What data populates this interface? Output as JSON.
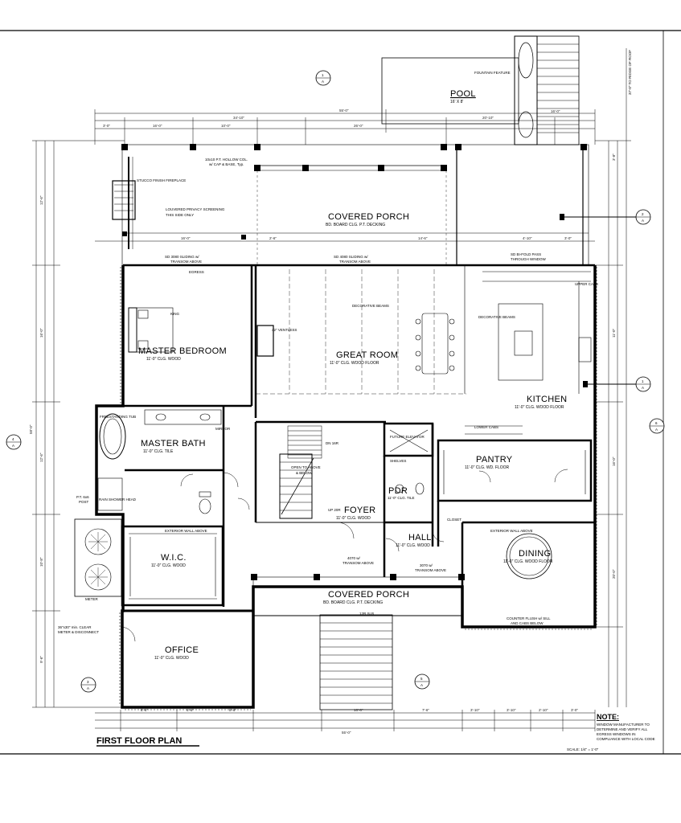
{
  "sheet": {
    "title": "FIRST FLOOR PLAN",
    "scale": "SCALE: 1/4\" = 1'-0\"",
    "note_heading": "NOTE:",
    "note_lines": [
      "WINDOW MANUFACTURER TO",
      "DETERMINE AND VERIFY ALL",
      "EGRESS WINDOWS IN",
      "COMPLIANCE WITH LOCAL CODE"
    ]
  },
  "rooms": {
    "pool": {
      "name": "POOL",
      "sub": "16' X 8'"
    },
    "covered_porch_top": {
      "name": "COVERED PORCH",
      "sub": "BD. BOARD CLG.   P.T. DECKING"
    },
    "master_bedroom": {
      "name": "MASTER BEDROOM",
      "sub": "11'-0\" CLG.   WOOD"
    },
    "great_room": {
      "name": "GREAT ROOM",
      "sub": "11'-0\" CLG.   WOOD FLOOR"
    },
    "kitchen": {
      "name": "KITCHEN",
      "sub": "11'-0\" CLG.   WOOD FLOOR"
    },
    "master_bath": {
      "name": "MASTER BATH",
      "sub": "11'-0\" CLG.   TILE"
    },
    "pantry": {
      "name": "PANTRY",
      "sub": "11'-0\" CLG.   WD. FLOOR"
    },
    "pwdr": {
      "name": "PDR",
      "sub": "11'-0\" CLG.   TILE"
    },
    "foyer": {
      "name": "FOYER",
      "sub": "11'-0\" CLG.   WOOD"
    },
    "hall": {
      "name": "HALL",
      "sub": "11'-0\" CLG.   WOOD"
    },
    "wic": {
      "name": "W.I.C.",
      "sub": "11'-0\" CLG.   WOOD"
    },
    "dining": {
      "name": "DINING",
      "sub": "11'-0\" CLG.   WOOD FLOOR"
    },
    "covered_porch_bottom": {
      "name": "COVERED PORCH",
      "sub": "BD. BOARD CLG.   P.T. DECKING"
    },
    "office": {
      "name": "OFFICE",
      "sub": "11'-0\" CLG.   WOOD"
    }
  },
  "notes": {
    "fountain": "FOUNTAIN FEATURE",
    "stucco_fireplace": "STUCCO FINISH FIREPLACE",
    "louvered": "LOUVERED PRIVACY SCREENING",
    "louvered2": "THIS SIDE ONLY",
    "posts_top": "10x10 P.T. HOLLOW COL.",
    "posts_top2": "w/ CAP & BASE, Typ.",
    "sliding_left": "SD 3080 SLIDING w/",
    "sliding_left2": "TRANSOM ABOVE",
    "sliding_mid": "SD 4080 SLIDING w/",
    "sliding_mid2": "TRANSOM ABOVE",
    "bifold": "SD BI-FOLD PASS",
    "bifold2": "THROUGH WINDOW",
    "egress": "EGRESS",
    "king": "KING",
    "ventless": "42\" VENTLESS",
    "decorative_beams": "DECORATIVE BEAMS",
    "decorative_beams2": "DECORATIVE BEAMS",
    "freestanding_tub": "FREESTANDING TUB",
    "rain_shower": "RAIN SHOWER HEAD",
    "elevator": "FUTURE ELEVATOR",
    "shelves": "SHELVES",
    "upper_cabs": "UPPER CABS",
    "lower_cabs": "LOWER CABS",
    "open_above": "OPEN TO ABOVE",
    "open_above2": "& BELOW",
    "up_stair": "UP 20R",
    "dn_stair": "DN 16R",
    "exterior_wall": "EXTERIOR WALL ABOVE",
    "exterior_wall2": "EXTERIOR WALL ABOVE",
    "transom": "4070 w/",
    "transom2": "TRANSOM ABOVE",
    "transom3": "3070 w/",
    "transom4": "TRANSOM ABOVE",
    "counter": "COUNTER FLUSH w/ SILL",
    "counter2": "AND CABS BELOW",
    "meter": "METER",
    "meter2": "36\"x30\" min. CLEAR",
    "meter3": "METER & DISCONNECT",
    "pt_post": "P.T. 6x6",
    "pt_post2": "POST",
    "closet": "CLOSET",
    "stairs_dn": "12R SLB",
    "mirror": "MIRROR",
    "roof_ridge": "37'-0\" TO RIDGE OF ROOF"
  },
  "dimensions": {
    "overall_top": "55'-0\"",
    "top_a": "34'-10\"",
    "top_b": "20'-10\"",
    "seg1": "3'-0\"",
    "seg2": "16'-0\"",
    "seg3": "10'-0\"",
    "seg4": "26'-0\"",
    "r1": "16'-0\"",
    "r2": "2'-6\"",
    "r3": "14'-6\"",
    "r4": "4'-10\"",
    "r5": "3'-0\"",
    "pool_dim": "16'-0\"",
    "bottom_overall": "55'-0\"",
    "bot_a": "8'-6\"",
    "bot_b": "6'-6\"",
    "bot_c": "8'-6\"",
    "bot_d": "16'-6\"",
    "bot_e": "7'-6\"",
    "bot_f": "3'-10\"",
    "bot_g": "3'-10\"",
    "bot_h": "2'-10\"",
    "bot_i": "3'-0\"",
    "left_overall": "58'-0\"",
    "left_a": "12'-6\"",
    "left_b": "16'-0\"",
    "left_c": "12'-6\"",
    "left_d": "10'-8\"",
    "left_e": "9'-6\"",
    "right_a": "3'-8\"",
    "right_b": "11'-0\"",
    "right_c": "16'-0\"",
    "right_d": "20'-0\""
  },
  "callouts": {
    "sec_top": {
      "num": "1",
      "sheet": "A"
    },
    "sec_left": {
      "num": "4",
      "sheet": "A"
    },
    "sec_right_top": {
      "num": "2",
      "sheet": "A"
    },
    "sec_right_mid": {
      "num": "1",
      "sheet": "A"
    },
    "sec_right_edge": {
      "num": "6",
      "sheet": "A"
    },
    "sec_bottom_left": {
      "num": "3",
      "sheet": "A"
    },
    "sec_bottom_mid": {
      "num": "5",
      "sheet": "A"
    }
  }
}
